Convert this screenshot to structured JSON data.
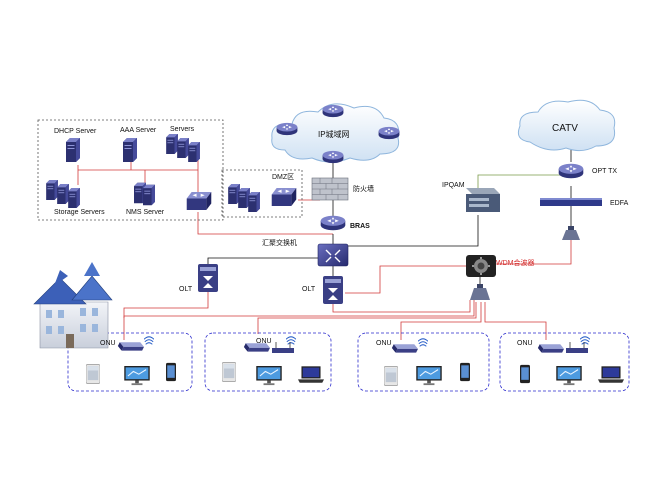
{
  "server_area": {
    "dhcp_label": "DHCP Server",
    "aaa_label": "AAA Server",
    "servers_label": "Servers",
    "storage_label": "Storage Servers",
    "nms_label": "NMS Server"
  },
  "core": {
    "ip_metro_label": "IP城域网",
    "dmz_label": "DMZ区",
    "firewall_label": "防火墙",
    "bras_label": "BRAS",
    "agg_switch_label": "汇聚交换机",
    "olt_left_label": "OLT",
    "olt_mid_label": "OLT"
  },
  "catv": {
    "catv_label": "CATV",
    "opttx_label": "OPT TX",
    "edfa_label": "EDFA",
    "ipqam_label": "IPQAM",
    "wdm_label": "WDM合波器"
  },
  "access": {
    "onu_labels": [
      "ONU",
      "ONU",
      "ONU",
      "ONU"
    ]
  },
  "colors": {
    "fiber_red": "#d23a3a",
    "link_black": "#111111",
    "catv_green": "#7a9a4a",
    "group_border_blue": "#2a2acc",
    "dashed_gray": "#555555",
    "device_purple": "#3b3f8f"
  }
}
